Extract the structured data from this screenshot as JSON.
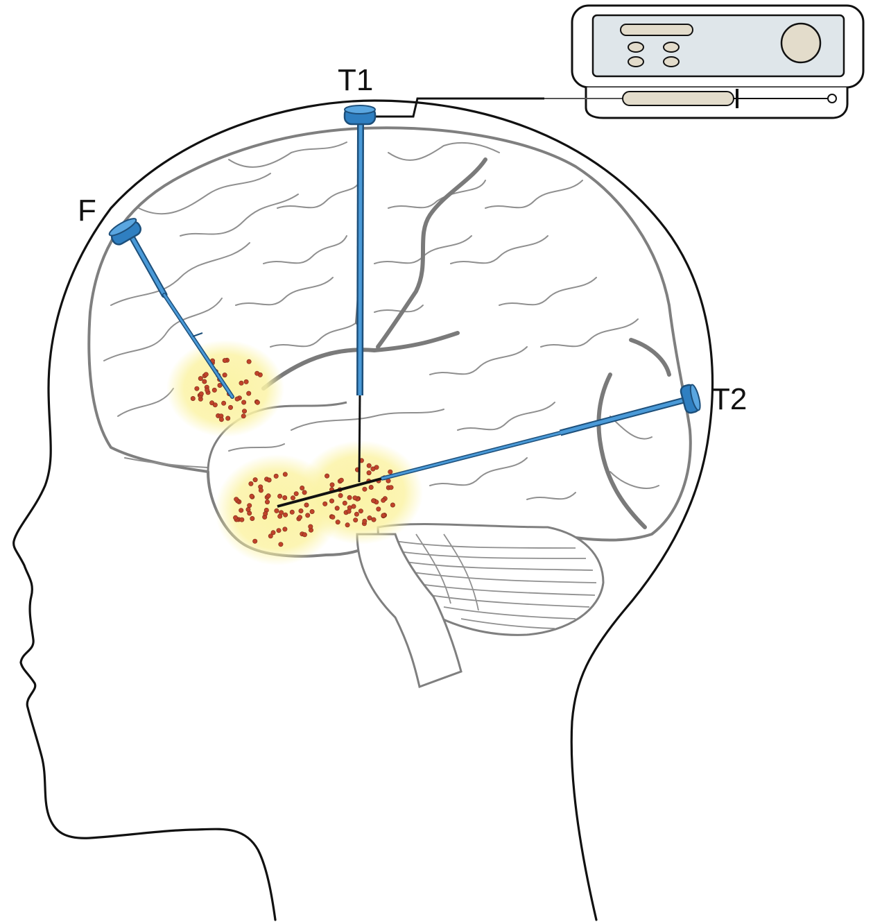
{
  "labels": {
    "frontal_probe": "F",
    "top_probe": "T1",
    "temporal_probe": "T2"
  },
  "colors": {
    "probe_blue": "#2f7fc1",
    "probe_dark": "#1d4f7a",
    "ablation_glow": "#fbf3a6",
    "ablation_dot": "#c0432a",
    "brain_stroke": "#8f8f8f",
    "head_outline": "#111111",
    "device_panel": "#dfe6ea",
    "device_component": "#e3dccb"
  },
  "icons": {
    "device": "laser-ablation-console-icon",
    "probe": "stereotactic-probe-icon"
  }
}
